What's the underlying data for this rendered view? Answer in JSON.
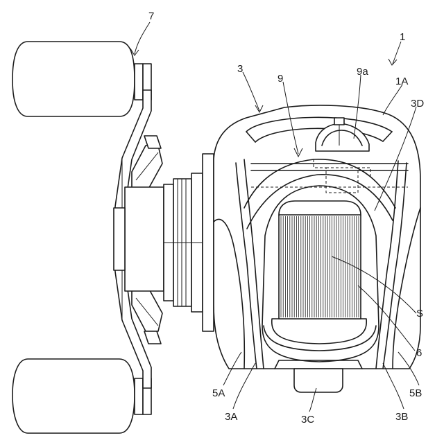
{
  "diagram": {
    "labels": {
      "l7": "7",
      "l1": "1",
      "l3": "3",
      "l9": "9",
      "l9a": "9a",
      "l1A": "1A",
      "l3D": "3D",
      "lS": "S",
      "l6": "6",
      "l5A": "5A",
      "l5B": "5B",
      "l3A": "3A",
      "l3C": "3C",
      "l3B": "3B"
    }
  }
}
